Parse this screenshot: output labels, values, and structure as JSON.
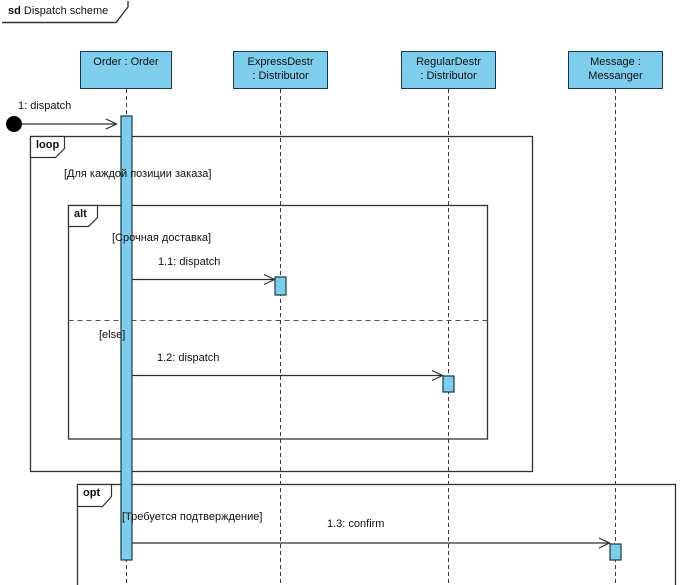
{
  "frame": {
    "keyword": "sd",
    "title": "Dispatch scheme"
  },
  "colors": {
    "shape_fill": "#7fcdec",
    "shape_border": "#1a3a4a",
    "line": "#333333",
    "text": "#111111"
  },
  "lifelines": [
    {
      "label": "Order : Order"
    },
    {
      "label": "ExpressDestr\n: Distributor"
    },
    {
      "label": "RegularDestr\n: Distributor"
    },
    {
      "label": "Message :\nMessanger"
    }
  ],
  "fragments": {
    "loop": {
      "operator": "loop",
      "guard": "[Для каждой позиции заказа]"
    },
    "alt": {
      "operator": "alt",
      "guard1": "[Срочная доставка]",
      "guard2": "[else]"
    },
    "opt": {
      "operator": "opt",
      "guard": "[Требуется подтверждение]"
    }
  },
  "messages": [
    {
      "label": "1: dispatch"
    },
    {
      "label": "1.1: dispatch"
    },
    {
      "label": "1.2: dispatch"
    },
    {
      "label": "1.3: confirm"
    }
  ]
}
